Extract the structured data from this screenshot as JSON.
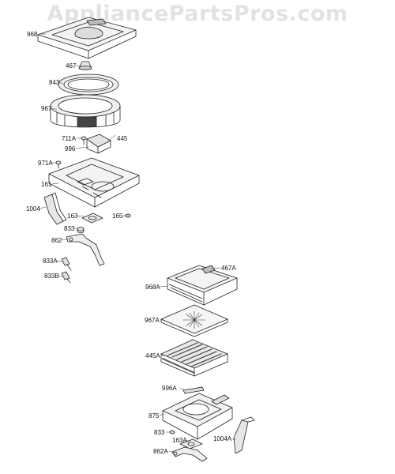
{
  "watermark": "AppliancePartsPros.com",
  "labels": {
    "p968": "968",
    "p467": "467",
    "p843": "843",
    "p967": "967",
    "p711A": "711A",
    "p445": "445",
    "p996": "996",
    "p971A": "971A",
    "p161": "161",
    "p1004": "1004",
    "p163": "163",
    "p165": "165",
    "p833": "833",
    "p862": "862",
    "p833A": "833A",
    "p833B": "833B",
    "p467A": "467A",
    "p968A": "968A",
    "p967A": "967A",
    "p445A": "445A",
    "p996A": "996A",
    "p875": "875",
    "p833b": "833",
    "p163A": "163A",
    "p1004A": "1004A",
    "p862A": "862A"
  }
}
